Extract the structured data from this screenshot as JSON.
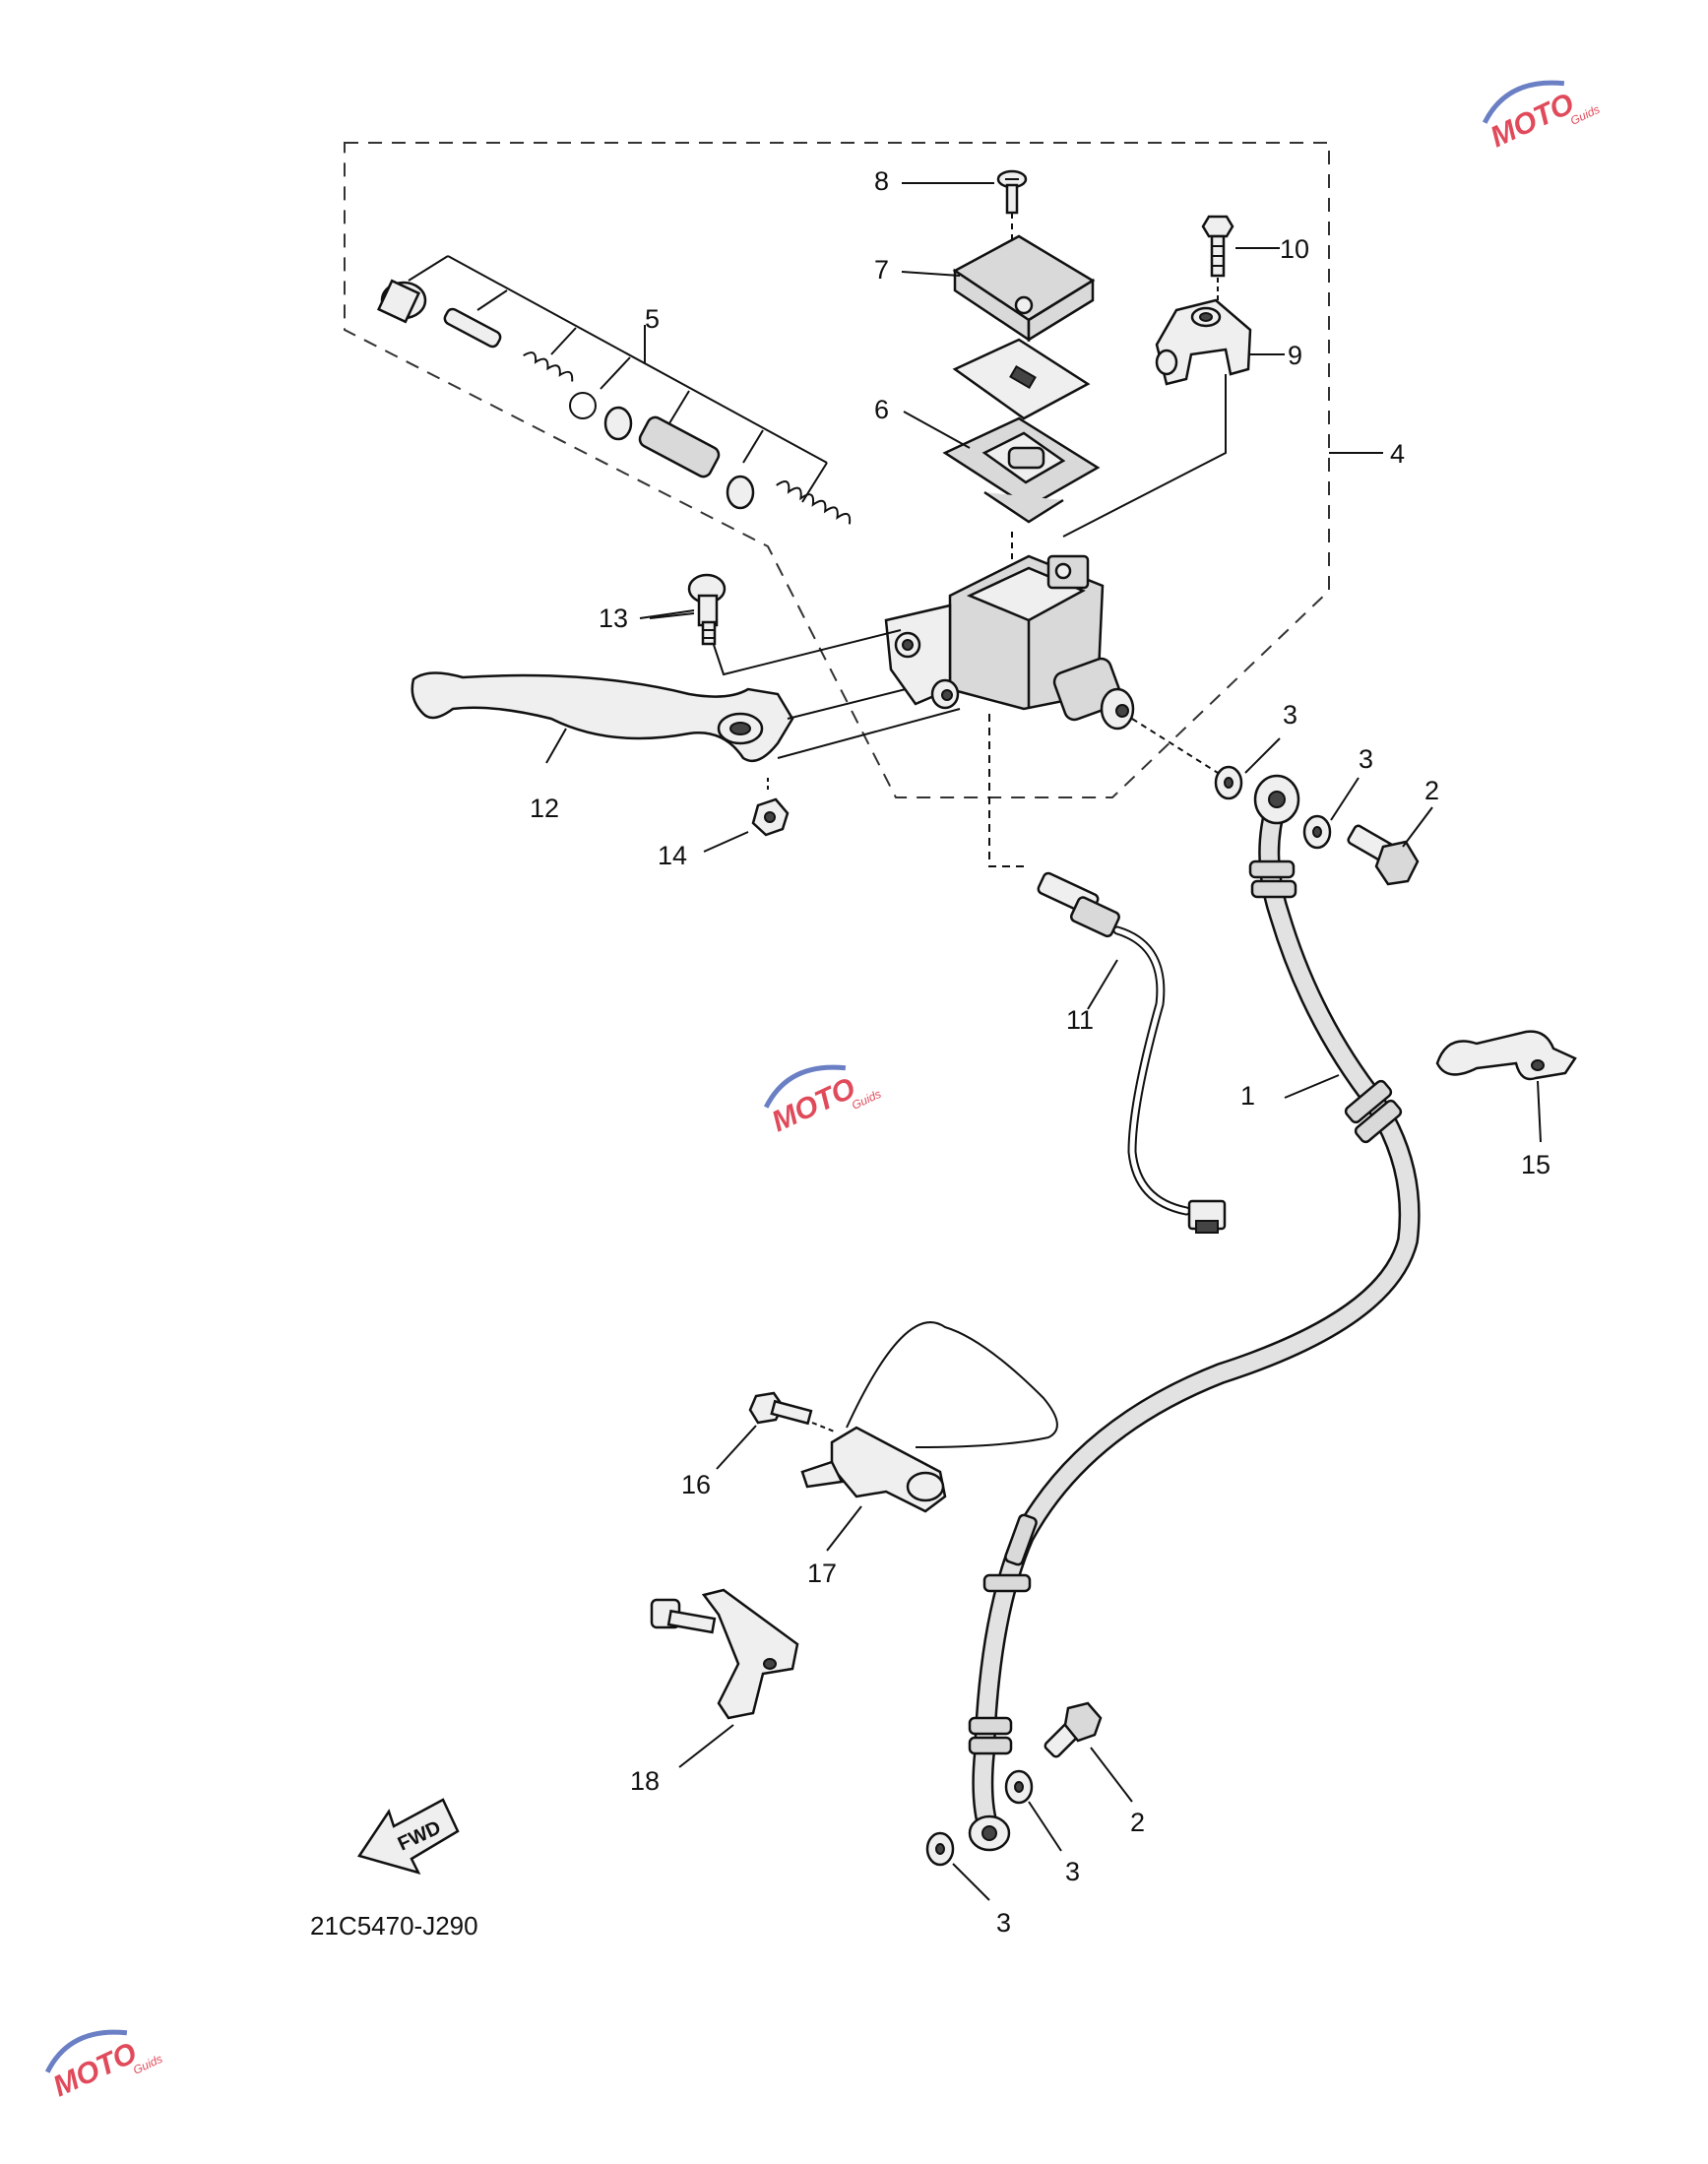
{
  "diagram": {
    "drawing_code": "21C5470-J290",
    "direction_arrow_label": "FWD",
    "callouts": [
      "1",
      "2",
      "2",
      "3",
      "3",
      "3",
      "3",
      "4",
      "5",
      "6",
      "7",
      "8",
      "9",
      "10",
      "11",
      "12",
      "13",
      "14",
      "15",
      "16",
      "17",
      "18"
    ]
  },
  "watermark": {
    "text": "MOTO",
    "subtext": "Guids",
    "colors": {
      "primary": "#e04a5a",
      "secondary": "#6a7fc4"
    }
  }
}
